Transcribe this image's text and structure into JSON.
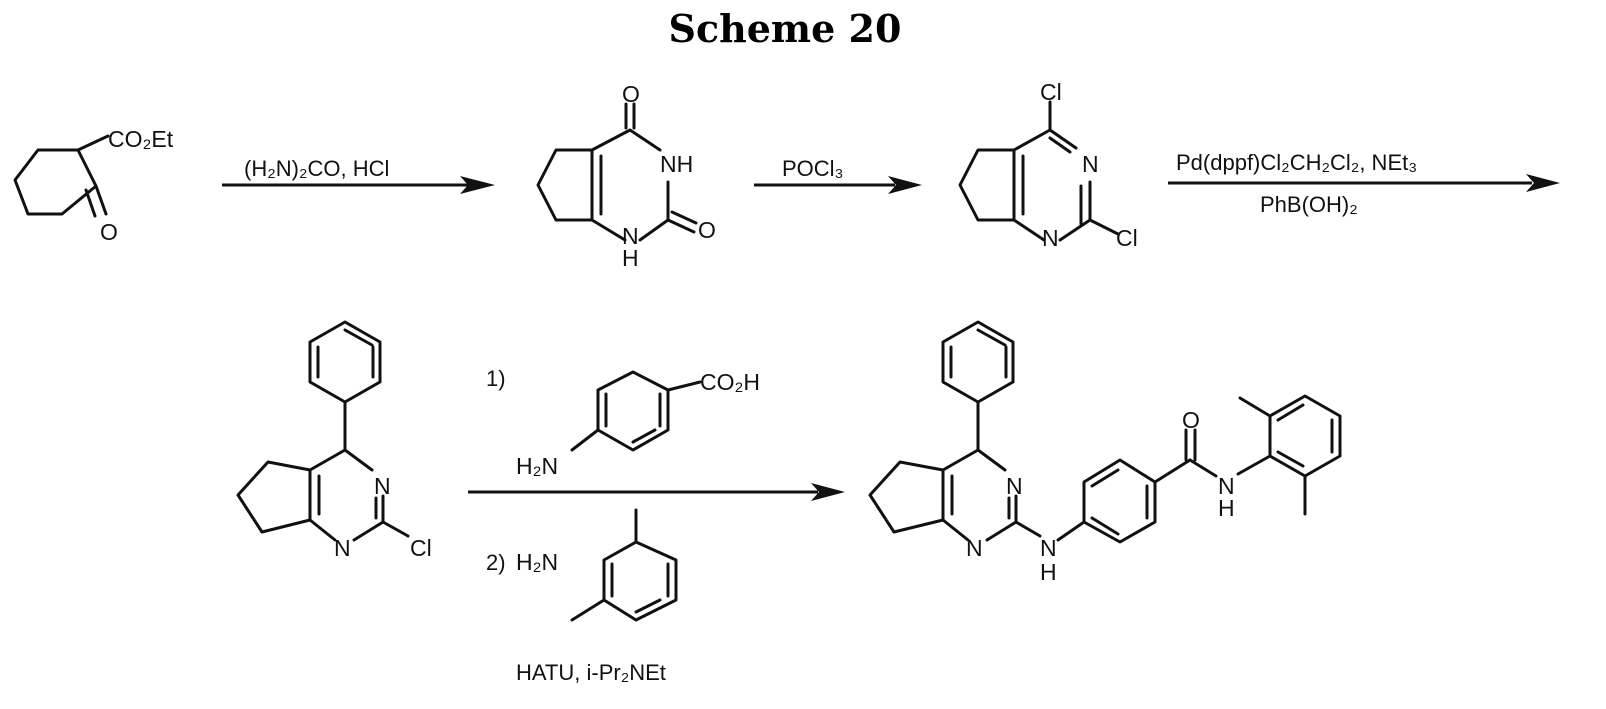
{
  "title": "Scheme 20",
  "arrows": {
    "a1": {
      "reagents": [
        "(H2N)2CO, HCl"
      ]
    },
    "a2": {
      "reagents": [
        "POCl3"
      ]
    },
    "a3": {
      "reagents": [
        "Pd(dppf)Cl2CH2Cl2, NEt3",
        "PhB(OH)2"
      ]
    },
    "a4": {
      "step1_marker": "1)",
      "step2_marker": "2)",
      "conditions": "HATU, i-Pr2NEt"
    }
  },
  "atoms": {
    "co2et": "CO2Et",
    "o": "O",
    "nh": "NH",
    "n": "N",
    "h": "H",
    "cl": "Cl",
    "co2h": "CO2H",
    "h2n": "H2N"
  },
  "rendered": {
    "a1_reagent": "(H₂N)₂CO, HCl",
    "a2_reagent": "POCl₃",
    "a3_reagent_top": "Pd(dppf)Cl₂CH₂Cl₂, NEt₃",
    "a3_reagent_bottom": "PhB(OH)₂",
    "a4_conditions": "HATU, i-Pr₂NEt",
    "co2et": "CO₂Et",
    "co2h": "CO₂H",
    "h2n": "H₂N"
  }
}
